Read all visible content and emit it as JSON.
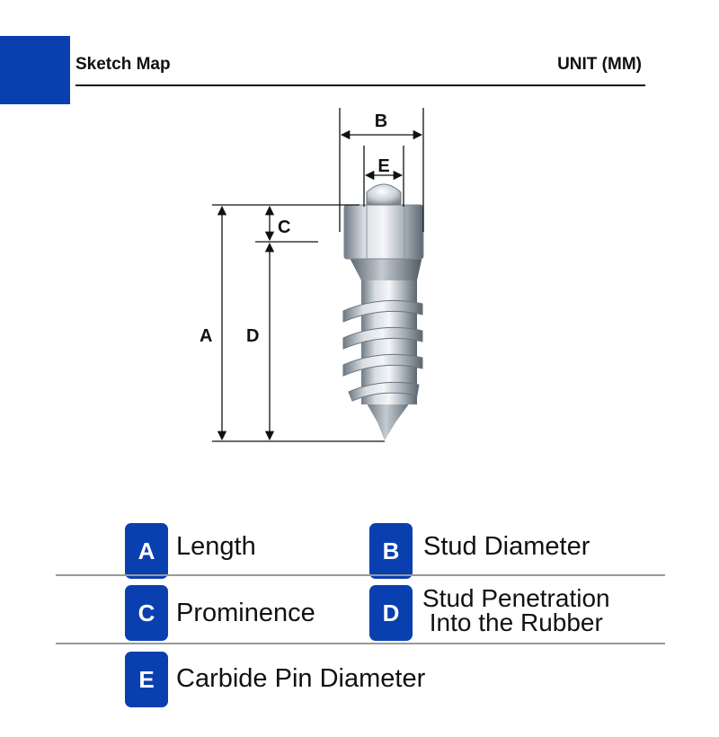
{
  "header": {
    "title": "Sketch Map",
    "unit": "UNIT (MM)",
    "accent_color": "#0a3fb0"
  },
  "diagram": {
    "subject": "screw-in tire stud with carbide pin",
    "dimension_labels": {
      "a": "A",
      "b": "B",
      "c": "C",
      "d": "D",
      "e": "E"
    }
  },
  "legend": [
    {
      "letter": "A",
      "text": "Length"
    },
    {
      "letter": "B",
      "text": "Stud Diameter"
    },
    {
      "letter": "C",
      "text": "Prominence"
    },
    {
      "letter": "D",
      "text_lines": [
        "Stud Penetration",
        "Into the Rubber"
      ]
    },
    {
      "letter": "E",
      "text": "Carbide Pin Diameter"
    }
  ]
}
